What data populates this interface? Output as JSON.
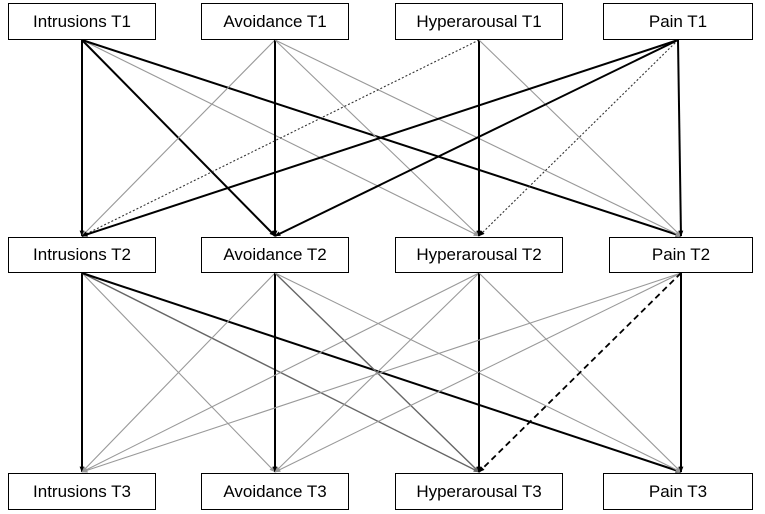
{
  "nodes": {
    "I1": {
      "label": "Intrusions T1"
    },
    "A1": {
      "label": "Avoidance T1"
    },
    "H1": {
      "label": "Hyperarousal T1"
    },
    "P1": {
      "label": "Pain T1"
    },
    "I2": {
      "label": "Intrusions T2"
    },
    "A2": {
      "label": "Avoidance T2"
    },
    "H2": {
      "label": "Hyperarousal T2"
    },
    "P2": {
      "label": "Pain T2"
    },
    "I3": {
      "label": "Intrusions T3"
    },
    "A3": {
      "label": "Avoidance T3"
    },
    "H3": {
      "label": "Hyperarousal T3"
    },
    "P3": {
      "label": "Pain T3"
    }
  },
  "edges": [
    {
      "from": "I1",
      "to": "I2",
      "style": "bold"
    },
    {
      "from": "I1",
      "to": "A2",
      "style": "bold"
    },
    {
      "from": "I1",
      "to": "H2",
      "style": "thin"
    },
    {
      "from": "I1",
      "to": "P2",
      "style": "bold"
    },
    {
      "from": "A1",
      "to": "I2",
      "style": "thin"
    },
    {
      "from": "A1",
      "to": "A2",
      "style": "bold"
    },
    {
      "from": "A1",
      "to": "H2",
      "style": "thin"
    },
    {
      "from": "A1",
      "to": "P2",
      "style": "thin"
    },
    {
      "from": "H1",
      "to": "I2",
      "style": "dotted"
    },
    {
      "from": "H1",
      "to": "H2",
      "style": "bold"
    },
    {
      "from": "H1",
      "to": "P2",
      "style": "thin"
    },
    {
      "from": "P1",
      "to": "I2",
      "style": "bold"
    },
    {
      "from": "P1",
      "to": "A2",
      "style": "bold"
    },
    {
      "from": "P1",
      "to": "H2",
      "style": "dotted"
    },
    {
      "from": "P1",
      "to": "P2",
      "style": "bold"
    },
    {
      "from": "I2",
      "to": "I3",
      "style": "bold"
    },
    {
      "from": "I2",
      "to": "A3",
      "style": "thin"
    },
    {
      "from": "I2",
      "to": "H3",
      "style": "medium"
    },
    {
      "from": "I2",
      "to": "P3",
      "style": "bold"
    },
    {
      "from": "A2",
      "to": "I3",
      "style": "thin"
    },
    {
      "from": "A2",
      "to": "A3",
      "style": "bold"
    },
    {
      "from": "A2",
      "to": "H3",
      "style": "medium"
    },
    {
      "from": "A2",
      "to": "P3",
      "style": "thin"
    },
    {
      "from": "H2",
      "to": "I3",
      "style": "thin"
    },
    {
      "from": "H2",
      "to": "A3",
      "style": "thin"
    },
    {
      "from": "H2",
      "to": "H3",
      "style": "bold"
    },
    {
      "from": "H2",
      "to": "P3",
      "style": "thin"
    },
    {
      "from": "P2",
      "to": "I3",
      "style": "thin"
    },
    {
      "from": "P2",
      "to": "A3",
      "style": "thin"
    },
    {
      "from": "P2",
      "to": "H3",
      "style": "dashed"
    },
    {
      "from": "P2",
      "to": "P3",
      "style": "bold"
    }
  ],
  "colors": {
    "bold": "#000000",
    "thin": "#999999",
    "medium": "#666666",
    "dashed": "#000000",
    "dotted": "#333333"
  }
}
